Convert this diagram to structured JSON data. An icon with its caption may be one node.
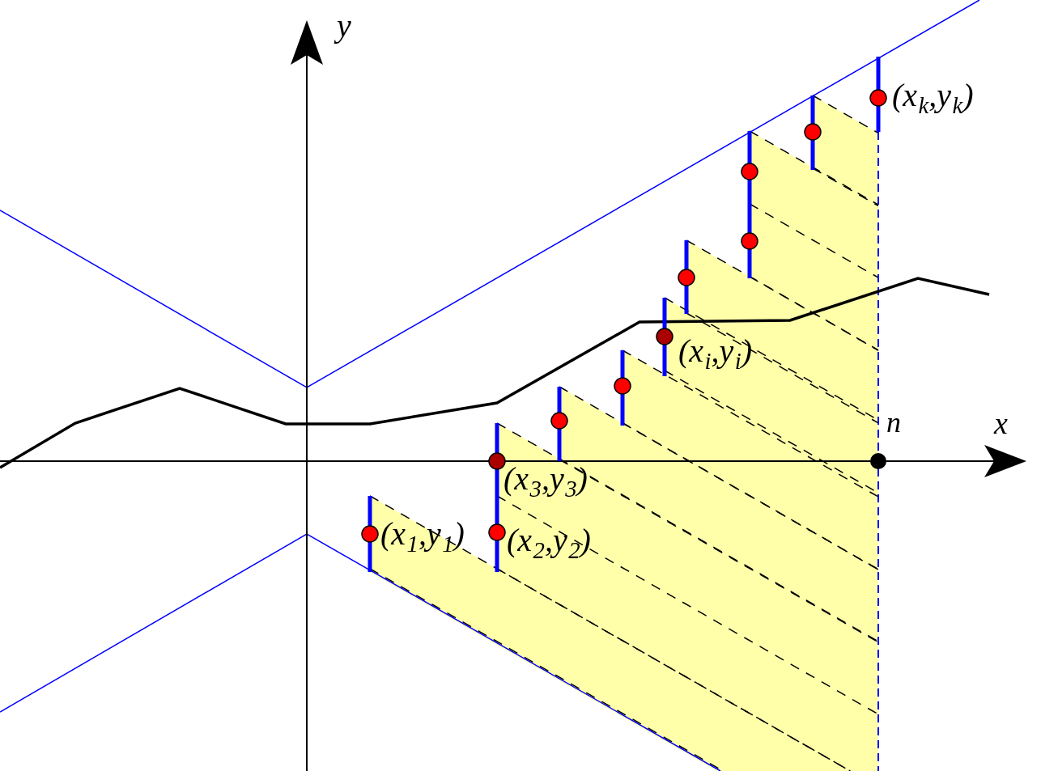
{
  "diagram": {
    "labels": [
      "y",
      "(x$_{k}$,y$_{k}$)",
      "(x$_{i}$,y$_{i}$)",
      "n",
      "x",
      "(x$_{3}$,y$_{3}$)",
      "(x$_{1}$,y$_{1}$)",
      "(x$_{2}$,y$_{2}$)"
    ]
  }
}
